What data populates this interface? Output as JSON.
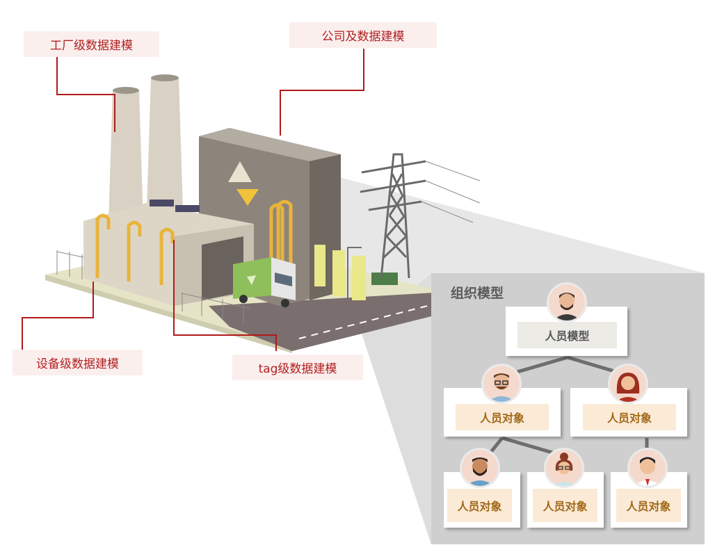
{
  "callouts": {
    "factory": "工厂级数据建模",
    "company": "公司及数据建模",
    "equipment": "设备级数据建模",
    "tag": "tag级数据建模"
  },
  "org_panel": {
    "title": "组织模型",
    "root_label": "人员模型",
    "level2": [
      "人员对象",
      "人员对象"
    ],
    "level3": [
      "人员对象",
      "人员对象",
      "人员对象"
    ]
  },
  "colors": {
    "callout_bg": "#fbefee",
    "callout_text": "#b02020",
    "leader_line": "#b01818",
    "panel_bg": "#cfcfcf",
    "node_label_bg": "#fbead6",
    "node_label_text": "#a06818"
  }
}
